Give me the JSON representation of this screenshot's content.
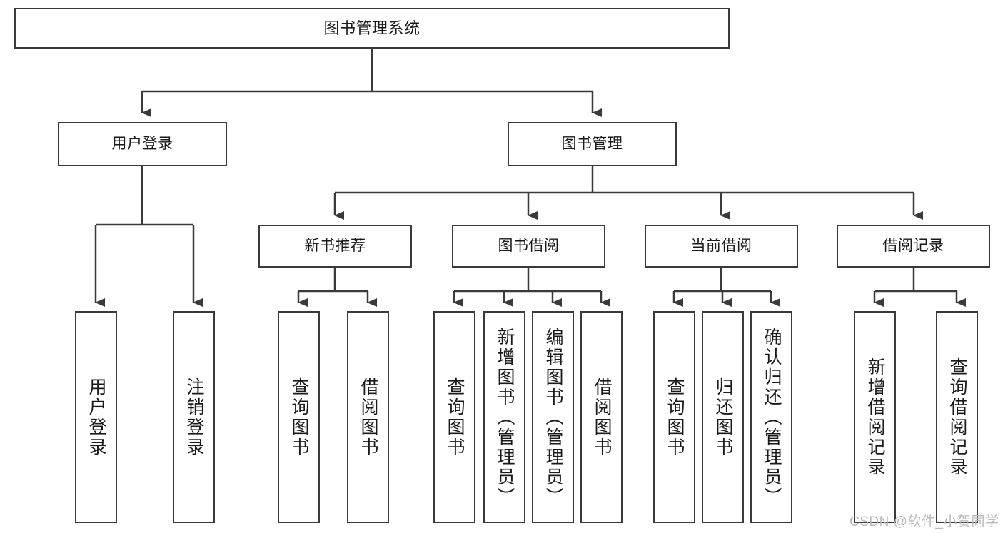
{
  "diagram": {
    "title": "图书管理系统",
    "type": "tree-hierarchy-diagram",
    "colors": {
      "box_border": "#3a3a3a",
      "box_fill": "#ffffff",
      "edge": "#3a3a3a",
      "text": "#1a1a1a",
      "watermark": "#b9b9b9",
      "background": "#ffffff"
    }
  },
  "root": {
    "label": "图书管理系统"
  },
  "level1": [
    {
      "label": "用户登录"
    },
    {
      "label": "图书管理"
    }
  ],
  "level2": [
    {
      "label": "新书推荐"
    },
    {
      "label": "图书借阅"
    },
    {
      "label": "当前借阅"
    },
    {
      "label": "借阅记录"
    }
  ],
  "leaves": {
    "user_login": [
      {
        "label": "用户登录"
      },
      {
        "label": "注销登录"
      }
    ],
    "new_book_recommend": [
      {
        "label": "查询图书"
      },
      {
        "label": "借阅图书"
      }
    ],
    "book_borrow": [
      {
        "label": "查询图书"
      },
      {
        "label": "新增图书（管理员）"
      },
      {
        "label": "编辑图书（管理员）"
      },
      {
        "label": "借阅图书"
      }
    ],
    "current_borrow": [
      {
        "label": "查询图书"
      },
      {
        "label": "归还图书"
      },
      {
        "label": "确认归还（管理员）"
      }
    ],
    "borrow_record": [
      {
        "label": "新增借阅记录"
      },
      {
        "label": "查询借阅记录"
      }
    ]
  },
  "watermark": {
    "text": "CSDN @软件_小贺同学"
  }
}
